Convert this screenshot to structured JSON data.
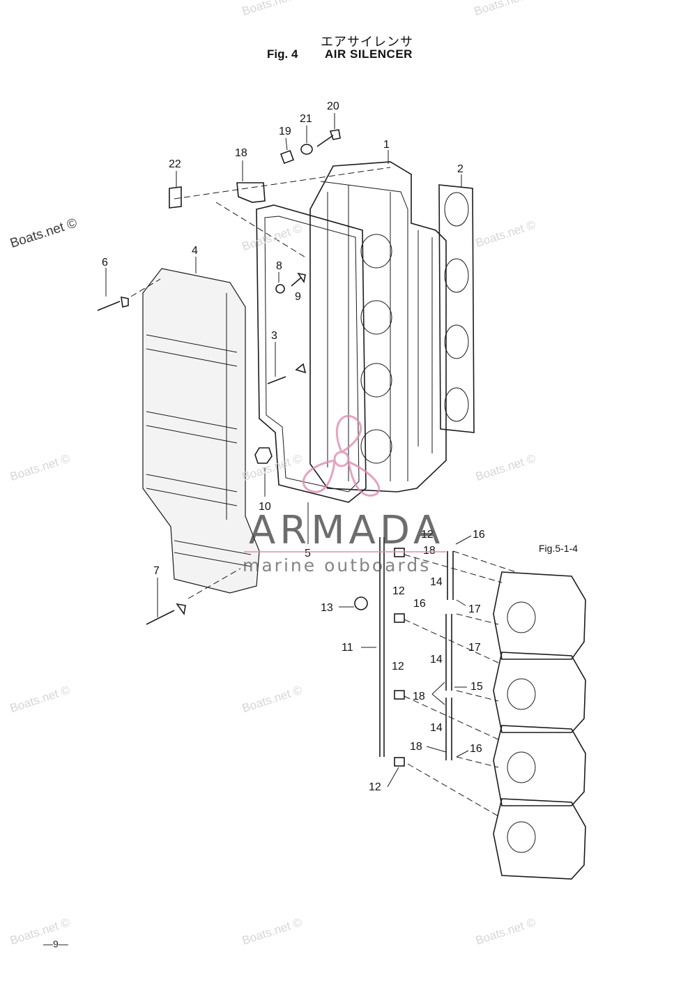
{
  "header": {
    "title_jp": "エアサイレンサ",
    "figure_label": "Fig. 4",
    "title": "AIR SILENCER"
  },
  "page_number": "—9—",
  "watermarks": [
    "Boats.net ©",
    "Boats.net ©",
    "Boats.net ©",
    "Boats.net ©",
    "Boats.net ©",
    "Boats.net ©",
    "Boats.net ©",
    "Boats.net ©",
    "Boats.net ©",
    "Boats.net ©",
    "Boats.net ©",
    "Boats.net ©",
    "Boats.net ©"
  ],
  "overlay_logo": {
    "name": "ARMADA",
    "tagline": "marine outboards",
    "color": "#e08cb0"
  },
  "reference": "Fig.5-1-4",
  "callouts": [
    "20",
    "19",
    "21",
    "1",
    "18",
    "22",
    "2",
    "6",
    "4",
    "8",
    "9",
    "3",
    "10",
    "5",
    "7",
    "12",
    "16",
    "18",
    "14",
    "17",
    "13",
    "12",
    "16",
    "17",
    "11",
    "14",
    "12",
    "15",
    "18",
    "14",
    "18",
    "16",
    "12"
  ]
}
